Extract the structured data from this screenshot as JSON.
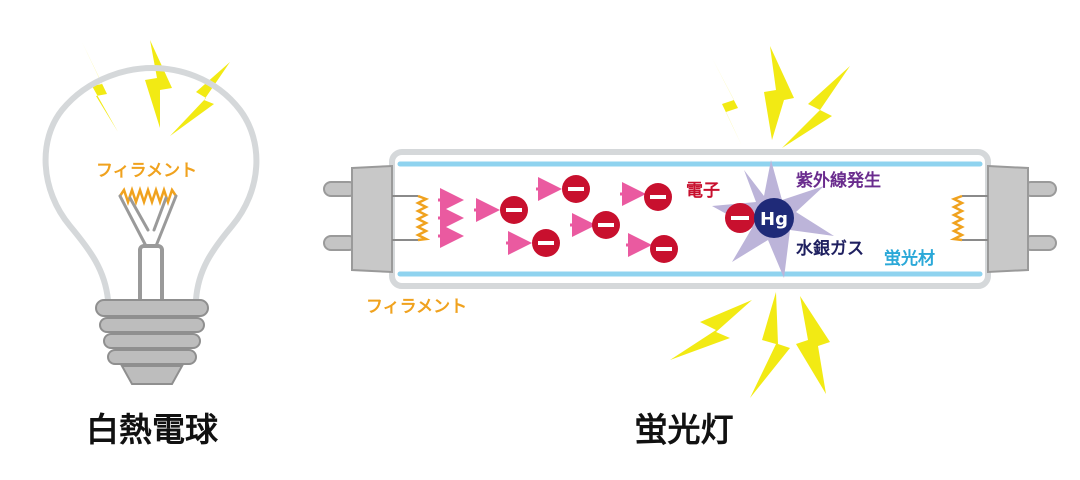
{
  "colors": {
    "bolt": "#f2ea14",
    "electron": "#c8102e",
    "arrow": "#ea5aa0",
    "orange": "#f0a21e",
    "purple": "#6a2c8e",
    "navy": "#1f2060",
    "cyan": "#2aa8d8",
    "glass": "#d5d8da",
    "cap": "#bdbdbd",
    "star": "#bcb4d9"
  },
  "bulb": {
    "filament_label": "フィラメント",
    "caption": "白熱電球"
  },
  "tube": {
    "filament_label": "フィラメント",
    "electron_label": "電子",
    "uv_label": "紫外線発生",
    "mercury_label": "水銀ガス",
    "phosphor_label": "蛍光材",
    "hg_symbol": "Hg",
    "caption": "蛍光灯"
  }
}
